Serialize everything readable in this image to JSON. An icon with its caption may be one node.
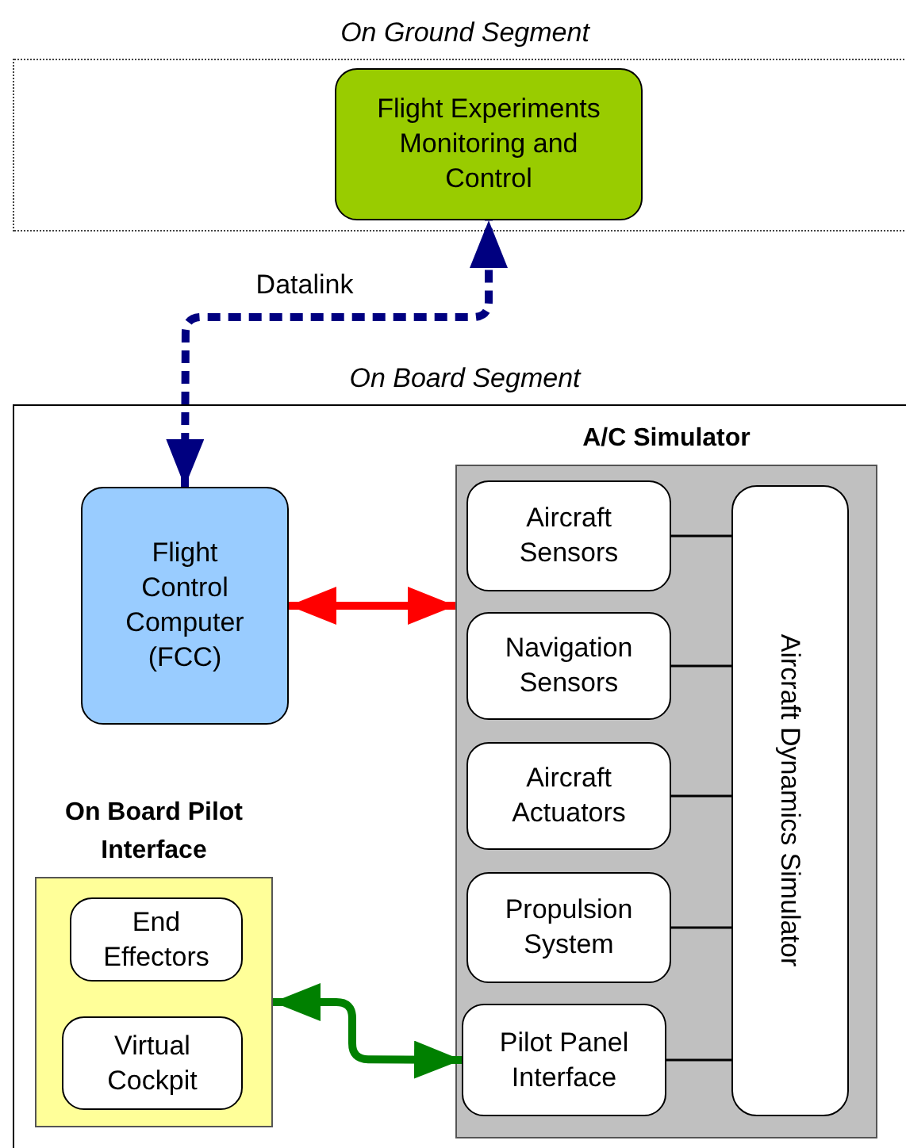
{
  "diagram": {
    "nodes": [
      {
        "text": [
          "On Ground Segment"
        ]
      },
      {
        "text": [
          "Flight Experiments Monitoring and Control"
        ],
        "in": 0
      },
      {
        "text": [
          "On Board Segment"
        ]
      },
      {
        "text": [
          "Flight Control Computer (FCC)"
        ],
        "in": 2
      },
      {
        "text": [
          "A/C Simulator"
        ],
        "in": 2
      },
      {
        "text": [
          "Aircraft Sensors"
        ],
        "in": 4
      },
      {
        "text": [
          "Navigation Sensors"
        ],
        "in": 4
      },
      {
        "text": [
          "Aircraft Actuators"
        ],
        "in": 4
      },
      {
        "text": [
          "Propulsion System"
        ],
        "in": 4
      },
      {
        "text": [
          "Pilot Panel Interface"
        ],
        "in": 4
      },
      {
        "text": [
          "Aircraft Dynamics Simulator"
        ],
        "in": 4
      },
      {
        "text": [
          "On Board Pilot Interface"
        ],
        "in": 2
      },
      {
        "text": [
          "End Effectors"
        ],
        "in": 11
      },
      {
        "text": [
          "Virtual Cockpit"
        ],
        "in": 11
      }
    ],
    "edges": [
      {
        "from": 3,
        "to": 1,
        "arrow": "both",
        "label": "Datalink",
        "style": "dashed",
        "color": "#000080"
      },
      {
        "from": 3,
        "to": 4,
        "arrow": "both",
        "style": "thick",
        "color": "#ff0000"
      },
      {
        "from": 11,
        "to": 9,
        "arrow": "both",
        "style": "thick",
        "color": "#008000"
      },
      {
        "from": 5,
        "to": 10,
        "arrow": "none"
      },
      {
        "from": 6,
        "to": 10,
        "arrow": "none"
      },
      {
        "from": 7,
        "to": 10,
        "arrow": "none"
      },
      {
        "from": 8,
        "to": 10,
        "arrow": "none"
      },
      {
        "from": 9,
        "to": 10,
        "arrow": "none"
      }
    ]
  }
}
